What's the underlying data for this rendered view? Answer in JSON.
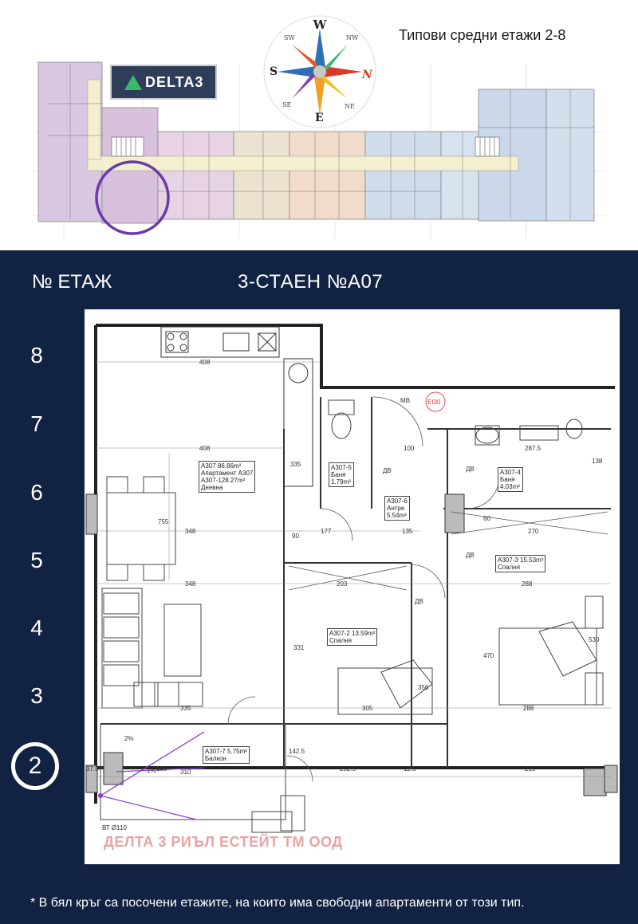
{
  "header": {
    "title": "Типови средни етажи 2-8",
    "logo_text": "DELTA3",
    "compass": {
      "N": "N",
      "S": "S",
      "E": "E",
      "W": "W",
      "NW": "NW",
      "NE": "NE",
      "SW": "SW",
      "SE": "SE"
    }
  },
  "panel": {
    "floor_heading": "№ ЕТАЖ",
    "apartment_heading": "3-СТАЕН  №А07",
    "floors": [
      "8",
      "7",
      "6",
      "5",
      "4",
      "3",
      "2"
    ],
    "selected_floor": "2",
    "footnote": "* В бял кръг са посочени етажите, на които има свободни апартаменти от този тип."
  },
  "plan": {
    "watermark": "ДЕЛТА 3 РИЪЛ ЕСТЕЙТ ТМ ООД",
    "rooms": {
      "living": [
        "А307    86.86m²",
        "Апартамент А307",
        "А307-128.27m²",
        "Дневна"
      ],
      "bath_small": [
        "А307-5",
        "Баня",
        "1.79m²"
      ],
      "hall": [
        "А307-6",
        "Антре",
        "5.54m²"
      ],
      "bath_large": [
        "А307-4",
        "Баня",
        "4.03m²"
      ],
      "bedroom_right": [
        "А307-3    15.53m²",
        "Спалня"
      ],
      "bedroom_mid": [
        "А307-2    13.59m²",
        "Спалня"
      ],
      "balcony": [
        "А307-7    5.75m²",
        "Балкон"
      ]
    },
    "dims": [
      "408",
      "408",
      "335",
      "348",
      "348",
      "755",
      "177",
      "135",
      "270",
      "203",
      "288",
      "305",
      "288",
      "335",
      "310",
      "252.5",
      "215",
      "100",
      "287.5",
      "138",
      "470",
      "331",
      "356",
      "530",
      "90",
      "60",
      "12.5",
      "37.5",
      "142.5",
      "185"
    ],
    "doors": [
      "ДВ",
      "ДВ",
      "ДВ",
      "ДВ",
      "МВ"
    ],
    "misc": [
      "EI30",
      "ВТ Ø110",
      "1%",
      "2%"
    ]
  },
  "colors": {
    "navy": "#122242",
    "purple": "#6a3aa8",
    "accent_green": "#3ab76a"
  }
}
